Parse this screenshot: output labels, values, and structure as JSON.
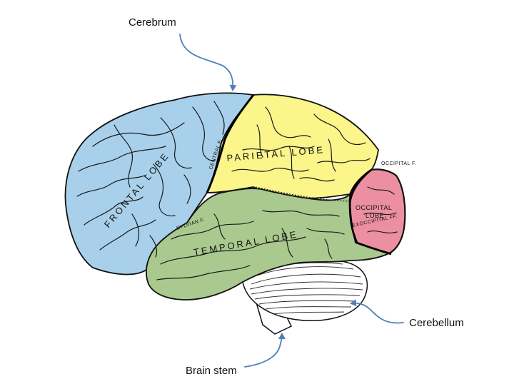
{
  "callouts": {
    "cerebrum": "Cerebrum",
    "cerebellum": "Cerebellum",
    "brain_stem": "Brain stem"
  },
  "lobes": {
    "frontal": "FRONTAL LOBE",
    "parietal": "PARIETAL LOBE",
    "temporal": "TEMPORAL LOBE",
    "occipital_line1": "OCCIPITAL",
    "occipital_line2": "LOBE"
  },
  "fissures": {
    "central": "CENTRAL F.",
    "sylvian": "SYLVIAN F.",
    "occipital": "OCCIPITAL F.",
    "exoccipital": "EXOCCIPITAL FF."
  },
  "colors": {
    "frontal": "#a8d0ea",
    "parietal": "#fbf58a",
    "temporal": "#a9c98e",
    "occipital": "#ec8fa1",
    "cerebellum": "#ffffff",
    "arrow": "#4f7fb8",
    "outline": "#111111"
  }
}
